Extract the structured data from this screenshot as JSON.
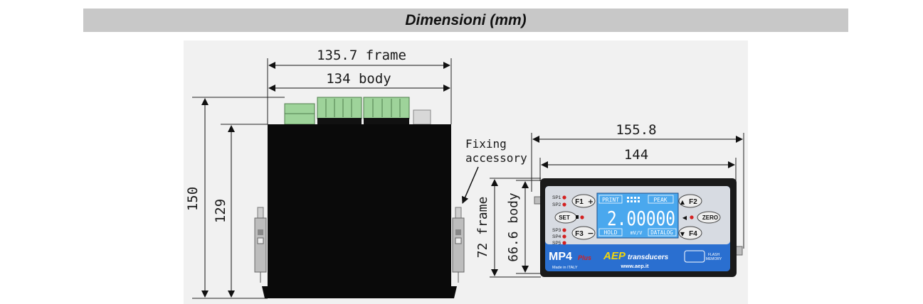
{
  "title": "Dimensioni (mm)",
  "dimensions": {
    "frame_width": "135.7 frame",
    "body_width": "134 body",
    "total_height": "150",
    "body_height": "129",
    "front_frame_width": "155.8",
    "front_body_width": "144",
    "front_frame_height": "72 frame",
    "front_body_height": "66.6 body"
  },
  "annotation": {
    "line1": "Fixing",
    "line2": "accessory"
  },
  "panel": {
    "indicators_top": [
      "SP1",
      "SP2"
    ],
    "indicators_bottom": [
      "SP3",
      "SP4",
      "SP5"
    ],
    "keys": {
      "f1": "F1",
      "f2": "F2",
      "f3": "F3",
      "f4": "F4",
      "set": "SET",
      "zero": "ZERO"
    },
    "display": {
      "print": "PRINT",
      "peak": "PEAK",
      "hold": "HOLD",
      "datalog": "DATALOG",
      "value": "2.00000",
      "unit": "mV/V"
    },
    "model": "MP4",
    "model_suffix": "Plus",
    "brand": "AEP",
    "brand_suffix": "transducers",
    "made_in": "Made in ITALY",
    "website": "www.aep.it",
    "flash_line1": "FLASH",
    "flash_line2": "MEMORY"
  },
  "colors": {
    "title_bar": "#c8c8c8",
    "body": "#0a0a0a",
    "terminal": "#9ed39a",
    "lcd": "#4aa8ee",
    "panel_blue": "#2a6fd0",
    "led": "#d42020",
    "brand_yellow": "#f2d60c"
  }
}
